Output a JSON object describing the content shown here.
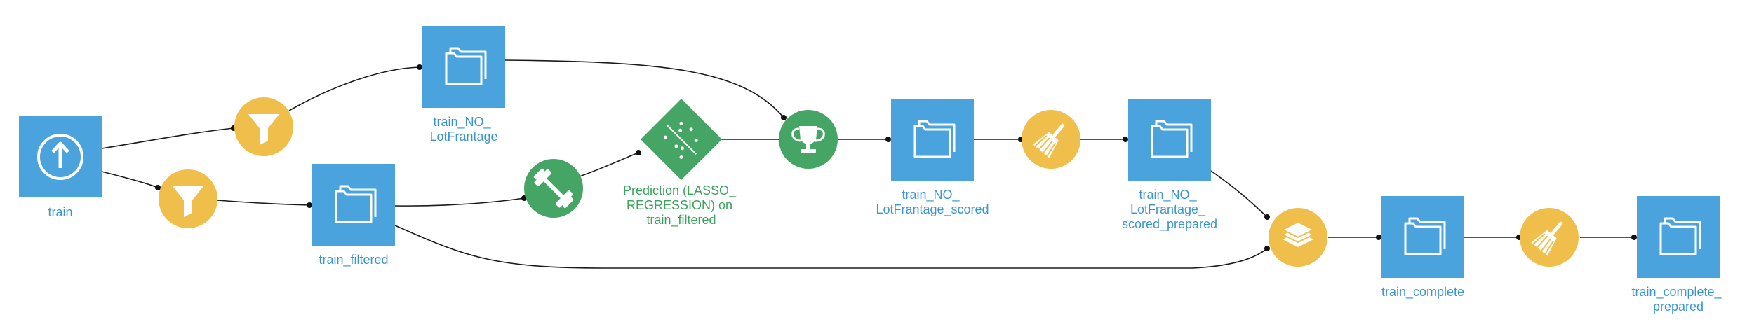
{
  "colors": {
    "dataset": "#4aa3dc",
    "recipe": "#f0be4a",
    "model": "#45a564",
    "dataset_label": "#3a95cf",
    "model_label": "#3aa35c",
    "edge": "#1a1a1a"
  },
  "nodes": {
    "train": {
      "label": "train",
      "icon": "upload-icon"
    },
    "filter_top": {
      "icon": "filter-icon"
    },
    "filter_bottom": {
      "icon": "filter-icon"
    },
    "train_no_lotfrontage": {
      "label_lines": [
        "train_NO_",
        "LotFrantage"
      ],
      "icon": "folder-icon"
    },
    "train_filtered": {
      "label": "train_filtered",
      "icon": "folder-icon"
    },
    "train_recipe": {
      "icon": "dumbbell-icon"
    },
    "prediction_model": {
      "label_lines": [
        "Prediction (LASSO_",
        "REGRESSION) on",
        "train_filtered"
      ],
      "icon": "model-icon"
    },
    "score_recipe": {
      "icon": "trophy-icon"
    },
    "train_no_lotfrontage_scored": {
      "label_lines": [
        "train_NO_",
        "LotFrantage_scored"
      ],
      "icon": "folder-icon"
    },
    "prepare_recipe_1": {
      "icon": "broom-icon"
    },
    "train_no_lotfrontage_scored_prepared": {
      "label_lines": [
        "train_NO_",
        "LotFrantage_",
        "scored_prepared"
      ],
      "icon": "folder-icon"
    },
    "stack_recipe": {
      "icon": "stack-icon"
    },
    "train_complete": {
      "label": "train_complete",
      "icon": "folder-icon"
    },
    "prepare_recipe_2": {
      "icon": "broom-icon"
    },
    "train_complete_prepared": {
      "label_lines": [
        "train_complete_",
        "prepared"
      ],
      "icon": "folder-icon"
    }
  }
}
